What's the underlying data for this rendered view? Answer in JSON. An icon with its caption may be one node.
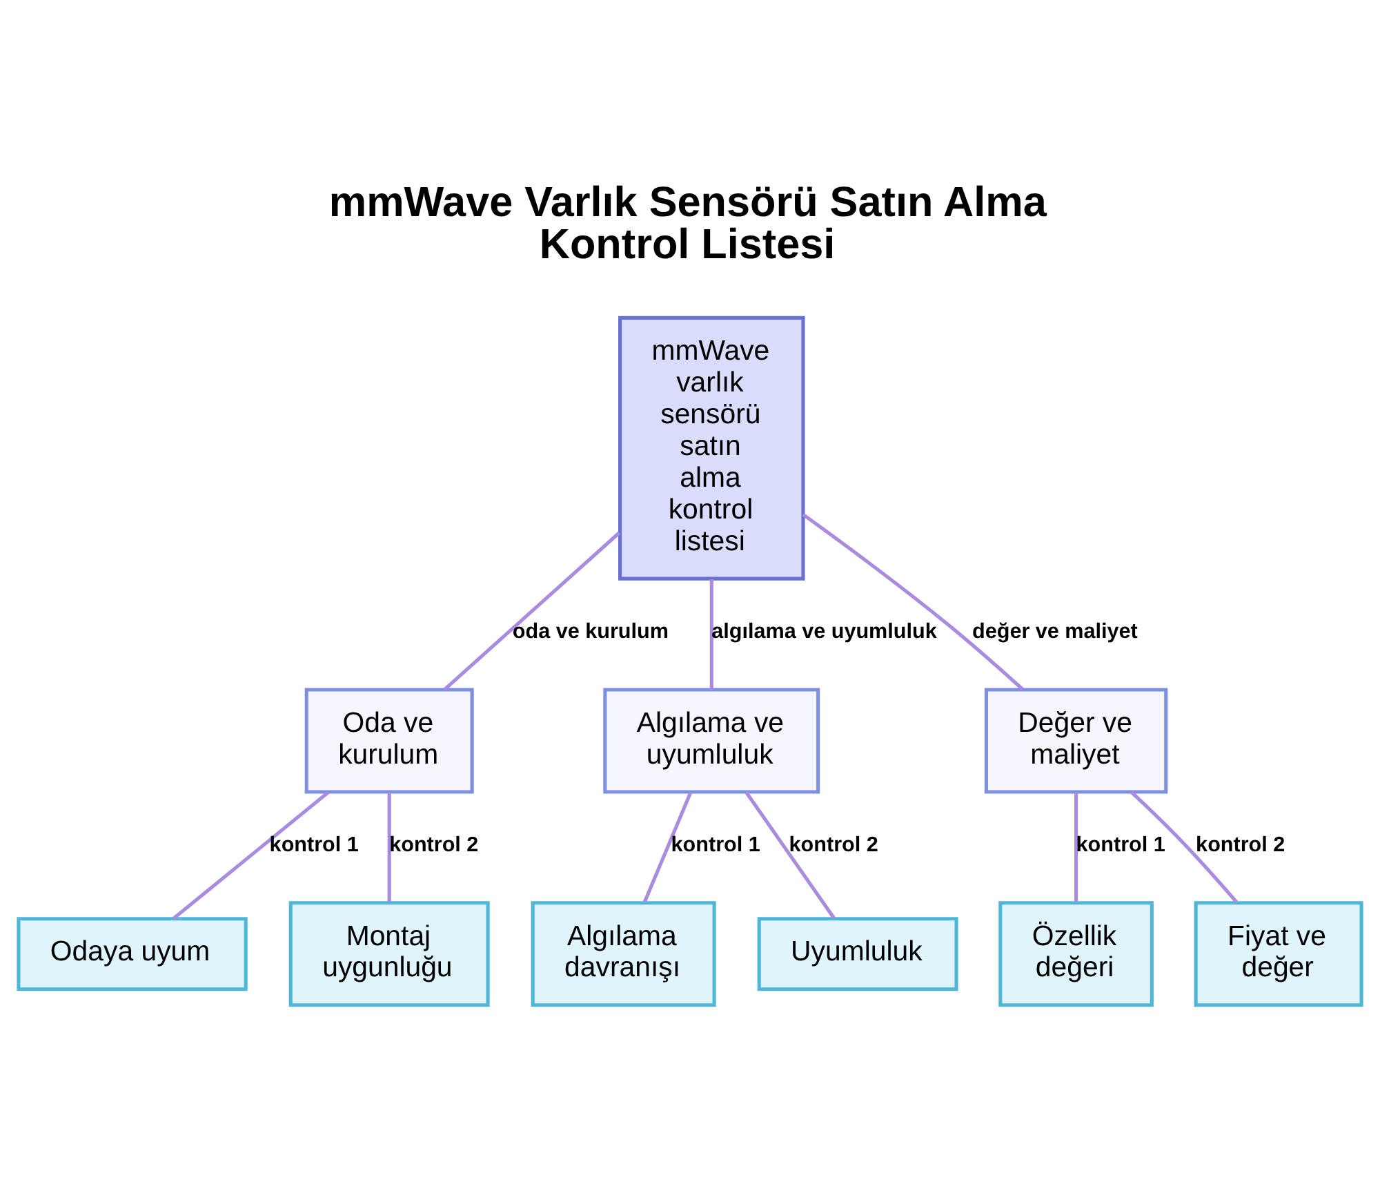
{
  "diagram": {
    "title": "mmWave Varlık Sensörü Satın Alma Kontrol Listesi",
    "nodes": [
      {
        "text": [
          "mmWave varlık sensörü satın alma kontrol listesi"
        ]
      },
      {
        "text": [
          "Oda ve kurulum"
        ]
      },
      {
        "text": [
          "Algılama ve uyumluluk"
        ]
      },
      {
        "text": [
          "Değer ve maliyet"
        ]
      },
      {
        "text": [
          "Odaya uyum"
        ]
      },
      {
        "text": [
          "Montaj uygunluğu"
        ]
      },
      {
        "text": [
          "Algılama davranışı"
        ]
      },
      {
        "text": [
          "Uyumluluk"
        ]
      },
      {
        "text": [
          "Özellik değeri"
        ]
      },
      {
        "text": [
          "Fiyat ve değer"
        ]
      }
    ],
    "edges": [
      {
        "from": 0,
        "to": 1,
        "arrow": "none",
        "label": "oda ve kurulum"
      },
      {
        "from": 0,
        "to": 2,
        "arrow": "none",
        "label": "algılama ve uyumluluk"
      },
      {
        "from": 0,
        "to": 3,
        "arrow": "none",
        "label": "değer ve maliyet"
      },
      {
        "from": 1,
        "to": 4,
        "arrow": "none",
        "label": "kontrol 1"
      },
      {
        "from": 1,
        "to": 5,
        "arrow": "none",
        "label": "kontrol 2"
      },
      {
        "from": 2,
        "to": 6,
        "arrow": "none",
        "label": "kontrol 1"
      },
      {
        "from": 2,
        "to": 7,
        "arrow": "none",
        "label": "kontrol 2"
      },
      {
        "from": 3,
        "to": 8,
        "arrow": "none",
        "label": "kontrol 1"
      },
      {
        "from": 3,
        "to": 9,
        "arrow": "none",
        "label": "kontrol 2"
      }
    ]
  }
}
